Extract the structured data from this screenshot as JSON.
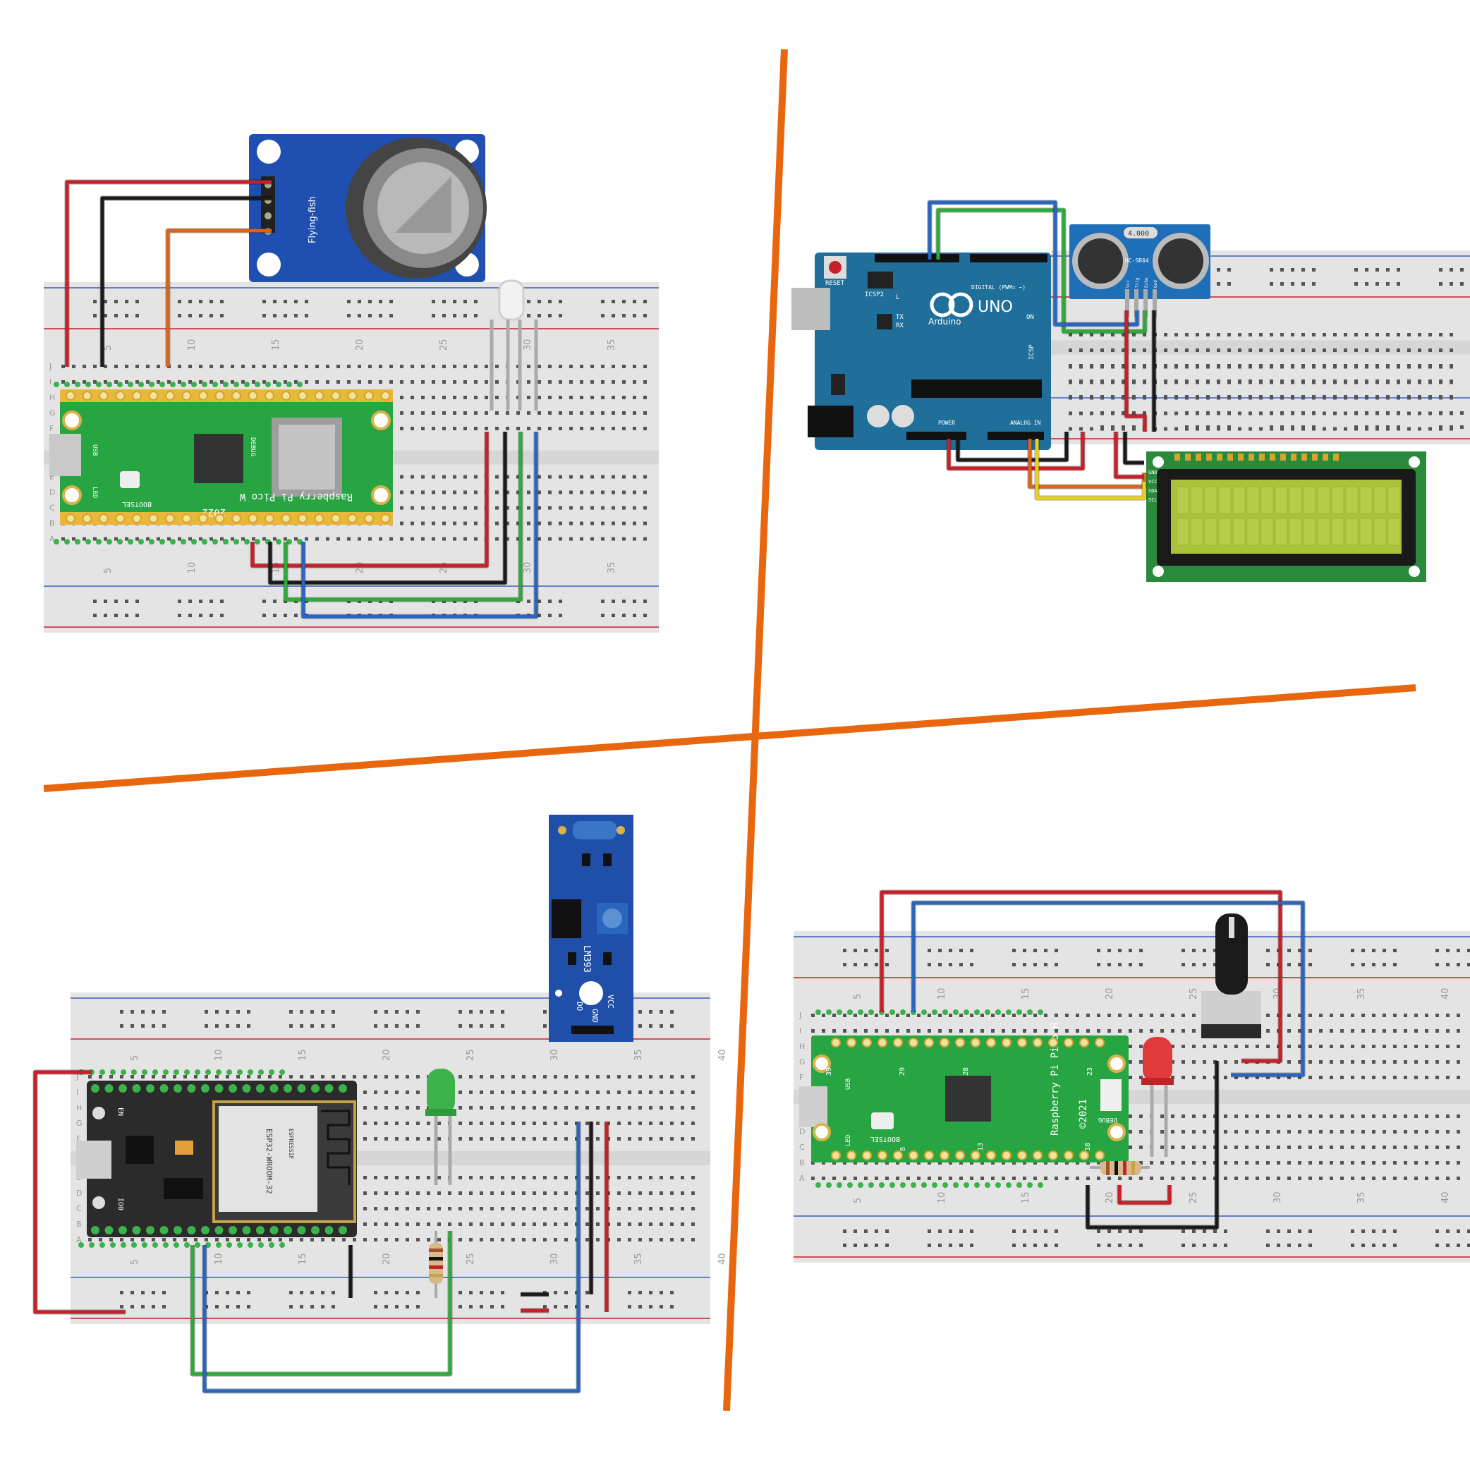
{
  "colors": {
    "divider": "#e8660e",
    "wire_red": "#c8202a",
    "wire_black": "#1a1a1a",
    "wire_orange": "#d9651c",
    "wire_green": "#2eaa3a",
    "wire_blue": "#2a66bf",
    "wire_yellow": "#e8d21a",
    "breadboard": "#e4e4e4",
    "pico_green": "#27a543",
    "arduino_blue": "#1f6f9a",
    "module_blue": "#1f4fb0",
    "lcd_screen": "#a9c23a",
    "esp32_dark": "#2b2b2b"
  },
  "circuit1": {
    "sensor_label": "Flying-fish",
    "board_label": "Raspberry Pi Pico W",
    "board_year": "2022",
    "board_button": "BOOTSEL",
    "board_debug": "DEBUG",
    "board_usb": "USB",
    "board_led": "LED",
    "col_labels": [
      "5",
      "10",
      "15",
      "20",
      "25",
      "30",
      "35"
    ],
    "row_labels": [
      "J",
      "I",
      "H",
      "G",
      "F",
      "E",
      "D",
      "C",
      "B",
      "A"
    ]
  },
  "circuit2": {
    "board_label": "Arduino",
    "board_model": "UNO",
    "reset_label": "RESET",
    "icsp_label": "ICSP2",
    "icsp_label2": "ICSP",
    "digital_label": "DIGITAL (PWM= ~)",
    "analog_label": "ANALOG IN",
    "power_label": "POWER",
    "tx_label": "TX",
    "rx_label": "RX",
    "l_label": "L",
    "on_label": "ON",
    "sensor_label": "HC-SR04",
    "sensor_crystal": "4.000",
    "sensor_pins": [
      "Vcc",
      "Trig",
      "Echo",
      "Gnd"
    ],
    "lcd_pins": [
      "GND",
      "VCC",
      "SDA",
      "SCL"
    ]
  },
  "circuit3": {
    "board_label": "ESP32-WROOM-32",
    "board_brand": "ESPRESSIF",
    "en_label": "EN",
    "boot_label": "IO0",
    "module_label": "LM393",
    "module_pins": [
      "VCC",
      "GND",
      "DO"
    ],
    "col_labels": [
      "5",
      "10",
      "15",
      "20",
      "25",
      "30",
      "35",
      "40"
    ],
    "row_labels": [
      "J",
      "I",
      "H",
      "G",
      "F",
      "E",
      "D",
      "C",
      "B",
      "A"
    ]
  },
  "circuit4": {
    "board_label": "Raspberry Pi Pico H",
    "board_year": "©2021",
    "board_button": "BOOTSEL",
    "board_debug": "DEBUG",
    "board_usb": "USB",
    "board_led": "LED",
    "pin_labels": [
      "39",
      "29",
      "28",
      "23",
      "8",
      "13",
      "18"
    ],
    "col_labels": [
      "5",
      "10",
      "15",
      "20",
      "25",
      "30",
      "35",
      "40"
    ],
    "row_labels": [
      "J",
      "I",
      "H",
      "G",
      "F",
      "E",
      "D",
      "C",
      "B",
      "A"
    ]
  }
}
